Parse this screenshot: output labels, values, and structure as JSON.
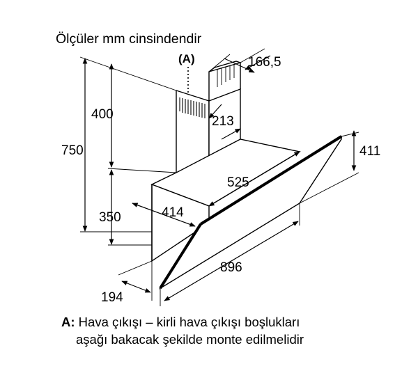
{
  "header": {
    "units_note": "Ölçüler mm cinsindendir"
  },
  "markers": {
    "a": "(A)"
  },
  "dimensions": {
    "chimney_width": "166,5",
    "chimney_upper_height": "400",
    "chimney_depth": "213",
    "total_height": "750",
    "glass_height": "411",
    "hood_depth": "525",
    "body_width": "414",
    "body_height": "350",
    "glass_length": "896",
    "bottom_offset": "194"
  },
  "caption": {
    "key": "A:",
    "line1": "Hava çıkışı – kirli hava çıkışı boşlukları",
    "line2": "aşağı bakacak şekilde monte edilmelidir"
  }
}
